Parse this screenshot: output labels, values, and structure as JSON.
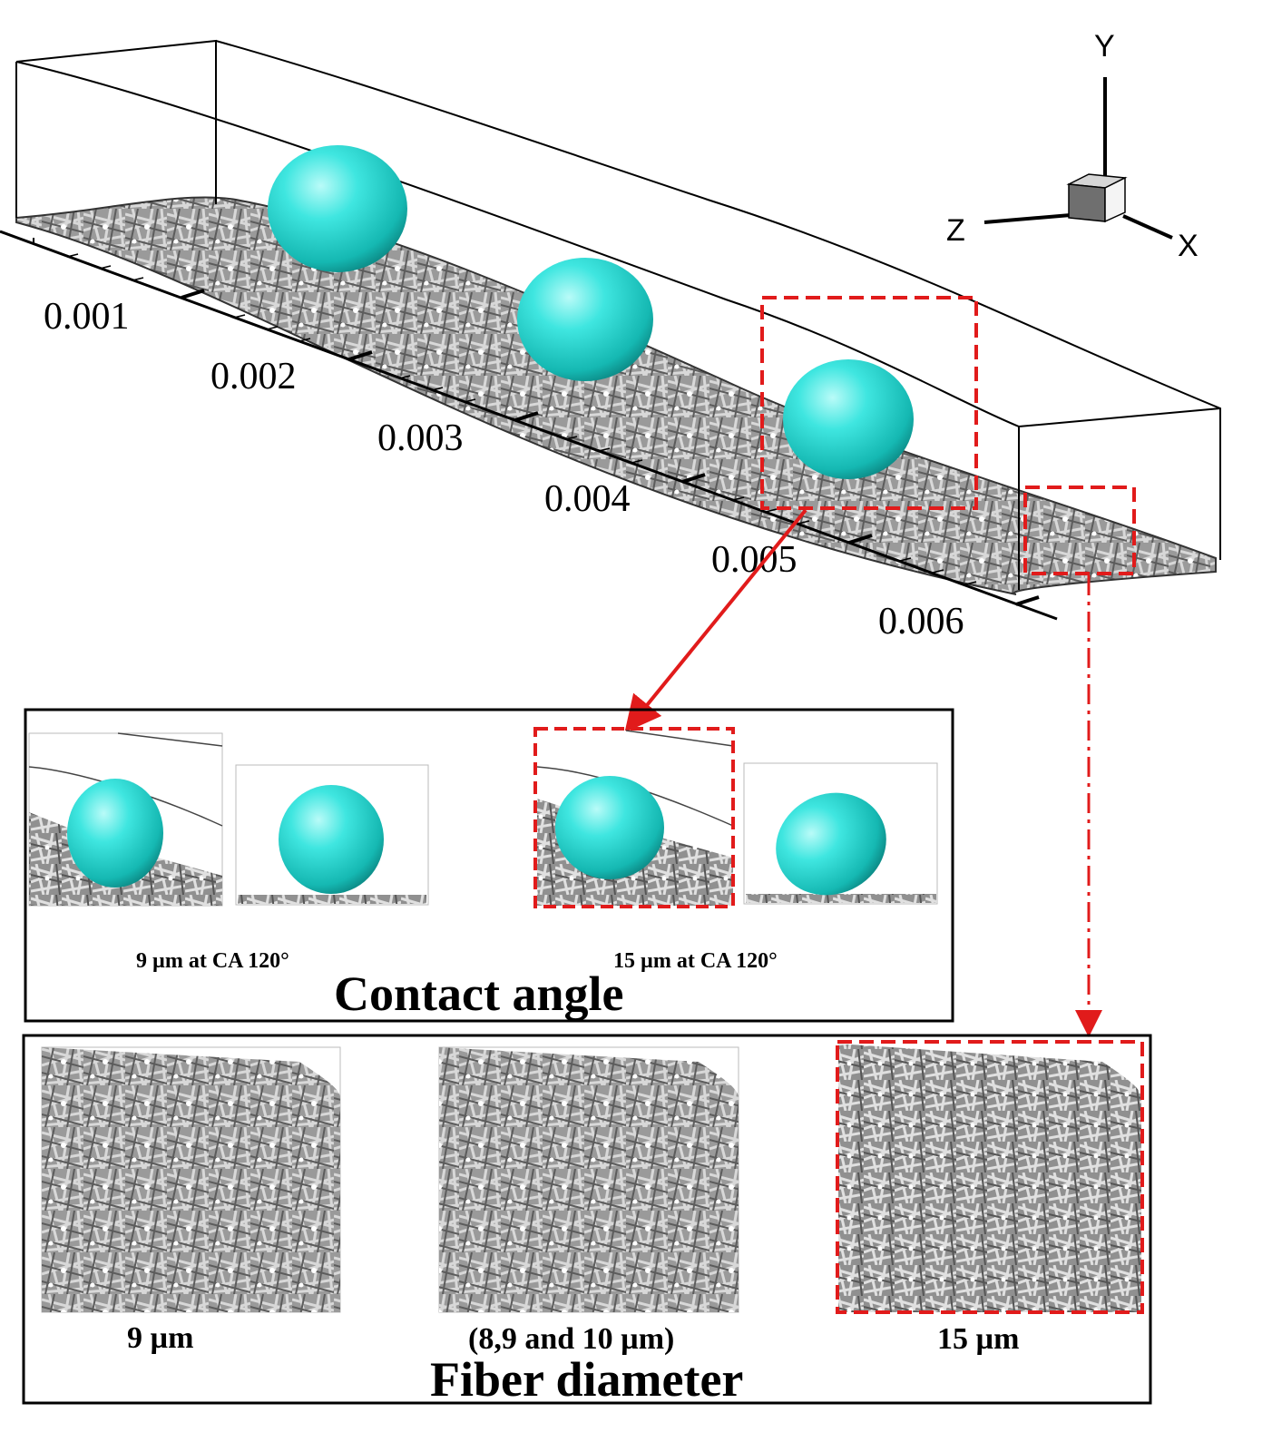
{
  "axis": {
    "ticks": [
      "0.001",
      "0.002",
      "0.003",
      "0.004",
      "0.005",
      "0.006"
    ]
  },
  "triad": {
    "y": "Y",
    "z": "Z",
    "x": "X"
  },
  "contact_angle": {
    "title": "Contact angle",
    "captions": [
      "9 µm  at CA 120°",
      "15 µm  at CA 120°"
    ]
  },
  "fiber_diameter": {
    "title": "Fiber diameter",
    "captions": [
      "9 µm",
      "(8,9 and 10 µm)",
      "15 µm"
    ]
  },
  "colors": {
    "droplet": "#2ad6d0",
    "fiber": "#8a8a8a",
    "highlight": "#e11b1b"
  }
}
